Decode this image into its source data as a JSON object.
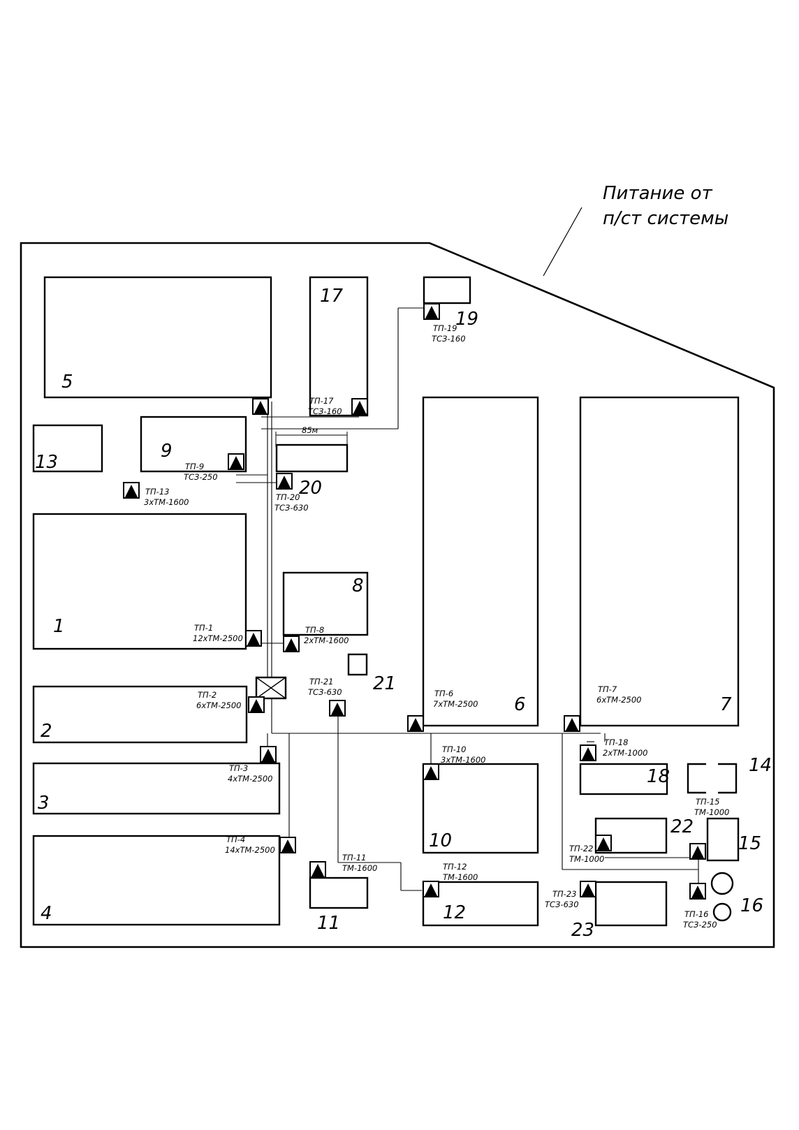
{
  "supply_note": [
    "Питание от",
    "п/ст системы"
  ],
  "dimension_label": "85м",
  "buildings": {
    "b1": "1",
    "b2": "2",
    "b3": "3",
    "b4": "4",
    "b5": "5",
    "b6": "6",
    "b7": "7",
    "b8": "8",
    "b9": "9",
    "b10": "10",
    "b11": "11",
    "b12": "12",
    "b13": "13",
    "b14": "14",
    "b15": "15",
    "b16": "16",
    "b17": "17",
    "b18": "18",
    "b19": "19",
    "b20": "20",
    "b21": "21",
    "b22": "22",
    "b23": "23"
  },
  "substations": {
    "tp1": {
      "name": "ТП-1",
      "spec": "12хТМ-2500"
    },
    "tp2": {
      "name": "ТП-2",
      "spec": "6хТМ-2500"
    },
    "tp3": {
      "name": "ТП-3",
      "spec": "4хТМ-2500"
    },
    "tp4": {
      "name": "ТП-4",
      "spec": "14хТМ-2500"
    },
    "tp6": {
      "name": "ТП-6",
      "spec": "7хТМ-2500"
    },
    "tp7": {
      "name": "ТП-7",
      "spec": "6хТМ-2500"
    },
    "tp8": {
      "name": "ТП-8",
      "spec": "2хТМ-1600"
    },
    "tp9": {
      "name": "ТП-9",
      "spec": "ТСЗ-250"
    },
    "tp10": {
      "name": "ТП-10",
      "spec": "3хТМ-1600"
    },
    "tp11": {
      "name": "ТП-11",
      "spec": "ТМ-1600"
    },
    "tp12": {
      "name": "ТП-12",
      "spec": "ТМ-1600"
    },
    "tp13": {
      "name": "ТП-13",
      "spec": "3хТМ-1600"
    },
    "tp15": {
      "name": "ТП-15",
      "spec": "ТМ-1000"
    },
    "tp16": {
      "name": "ТП-16",
      "spec": "ТСЗ-250"
    },
    "tp17": {
      "name": "ТП-17",
      "spec": "ТСЗ-160"
    },
    "tp18": {
      "name": "ТП-18",
      "spec": "2хТМ-1000"
    },
    "tp19": {
      "name": "ТП-19",
      "spec": "ТСЗ-160"
    },
    "tp20": {
      "name": "ТП-20",
      "spec": "ТСЗ-630"
    },
    "tp21": {
      "name": "ТП-21",
      "spec": "ТСЗ-630"
    },
    "tp22": {
      "name": "ТП-22",
      "spec": "ТМ-1000"
    },
    "tp23": {
      "name": "ТП-23",
      "spec": "ТСЗ-630"
    }
  }
}
